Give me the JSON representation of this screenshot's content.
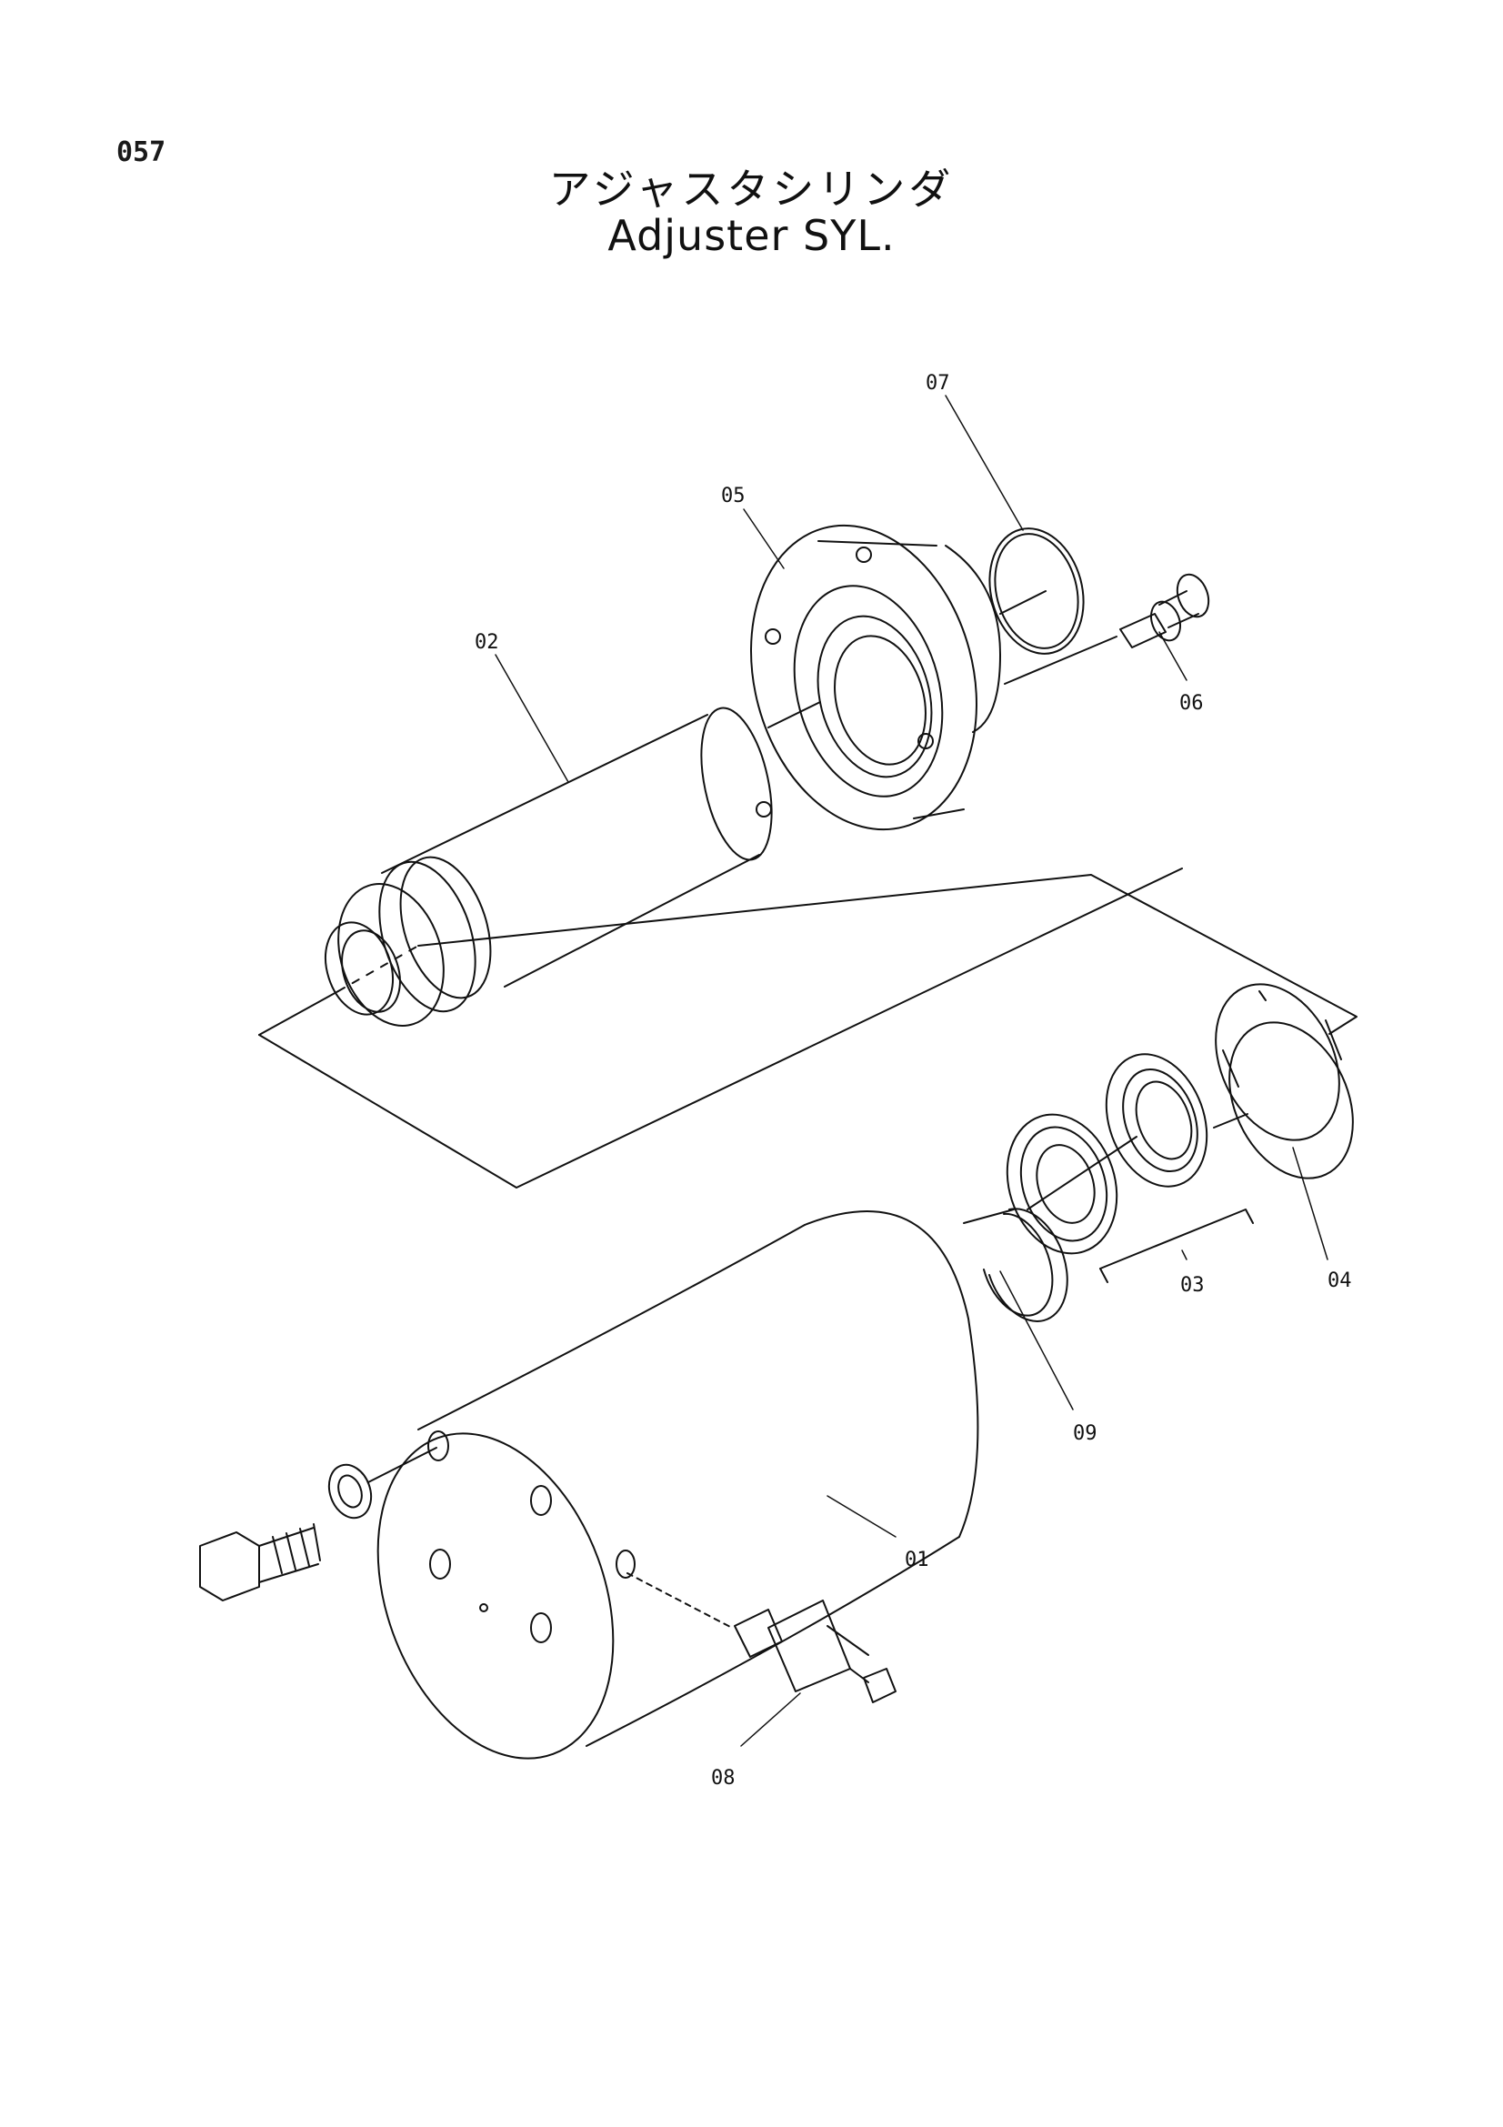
{
  "header": {
    "page_number": "057",
    "title_jp": "アジャスタシリンダ",
    "title_en": "Adjuster SYL."
  },
  "callouts": {
    "p01": "01",
    "p02": "02",
    "p03": "03",
    "p04": "04",
    "p05": "05",
    "p06": "06",
    "p07": "07",
    "p08": "08",
    "p09": "09"
  }
}
